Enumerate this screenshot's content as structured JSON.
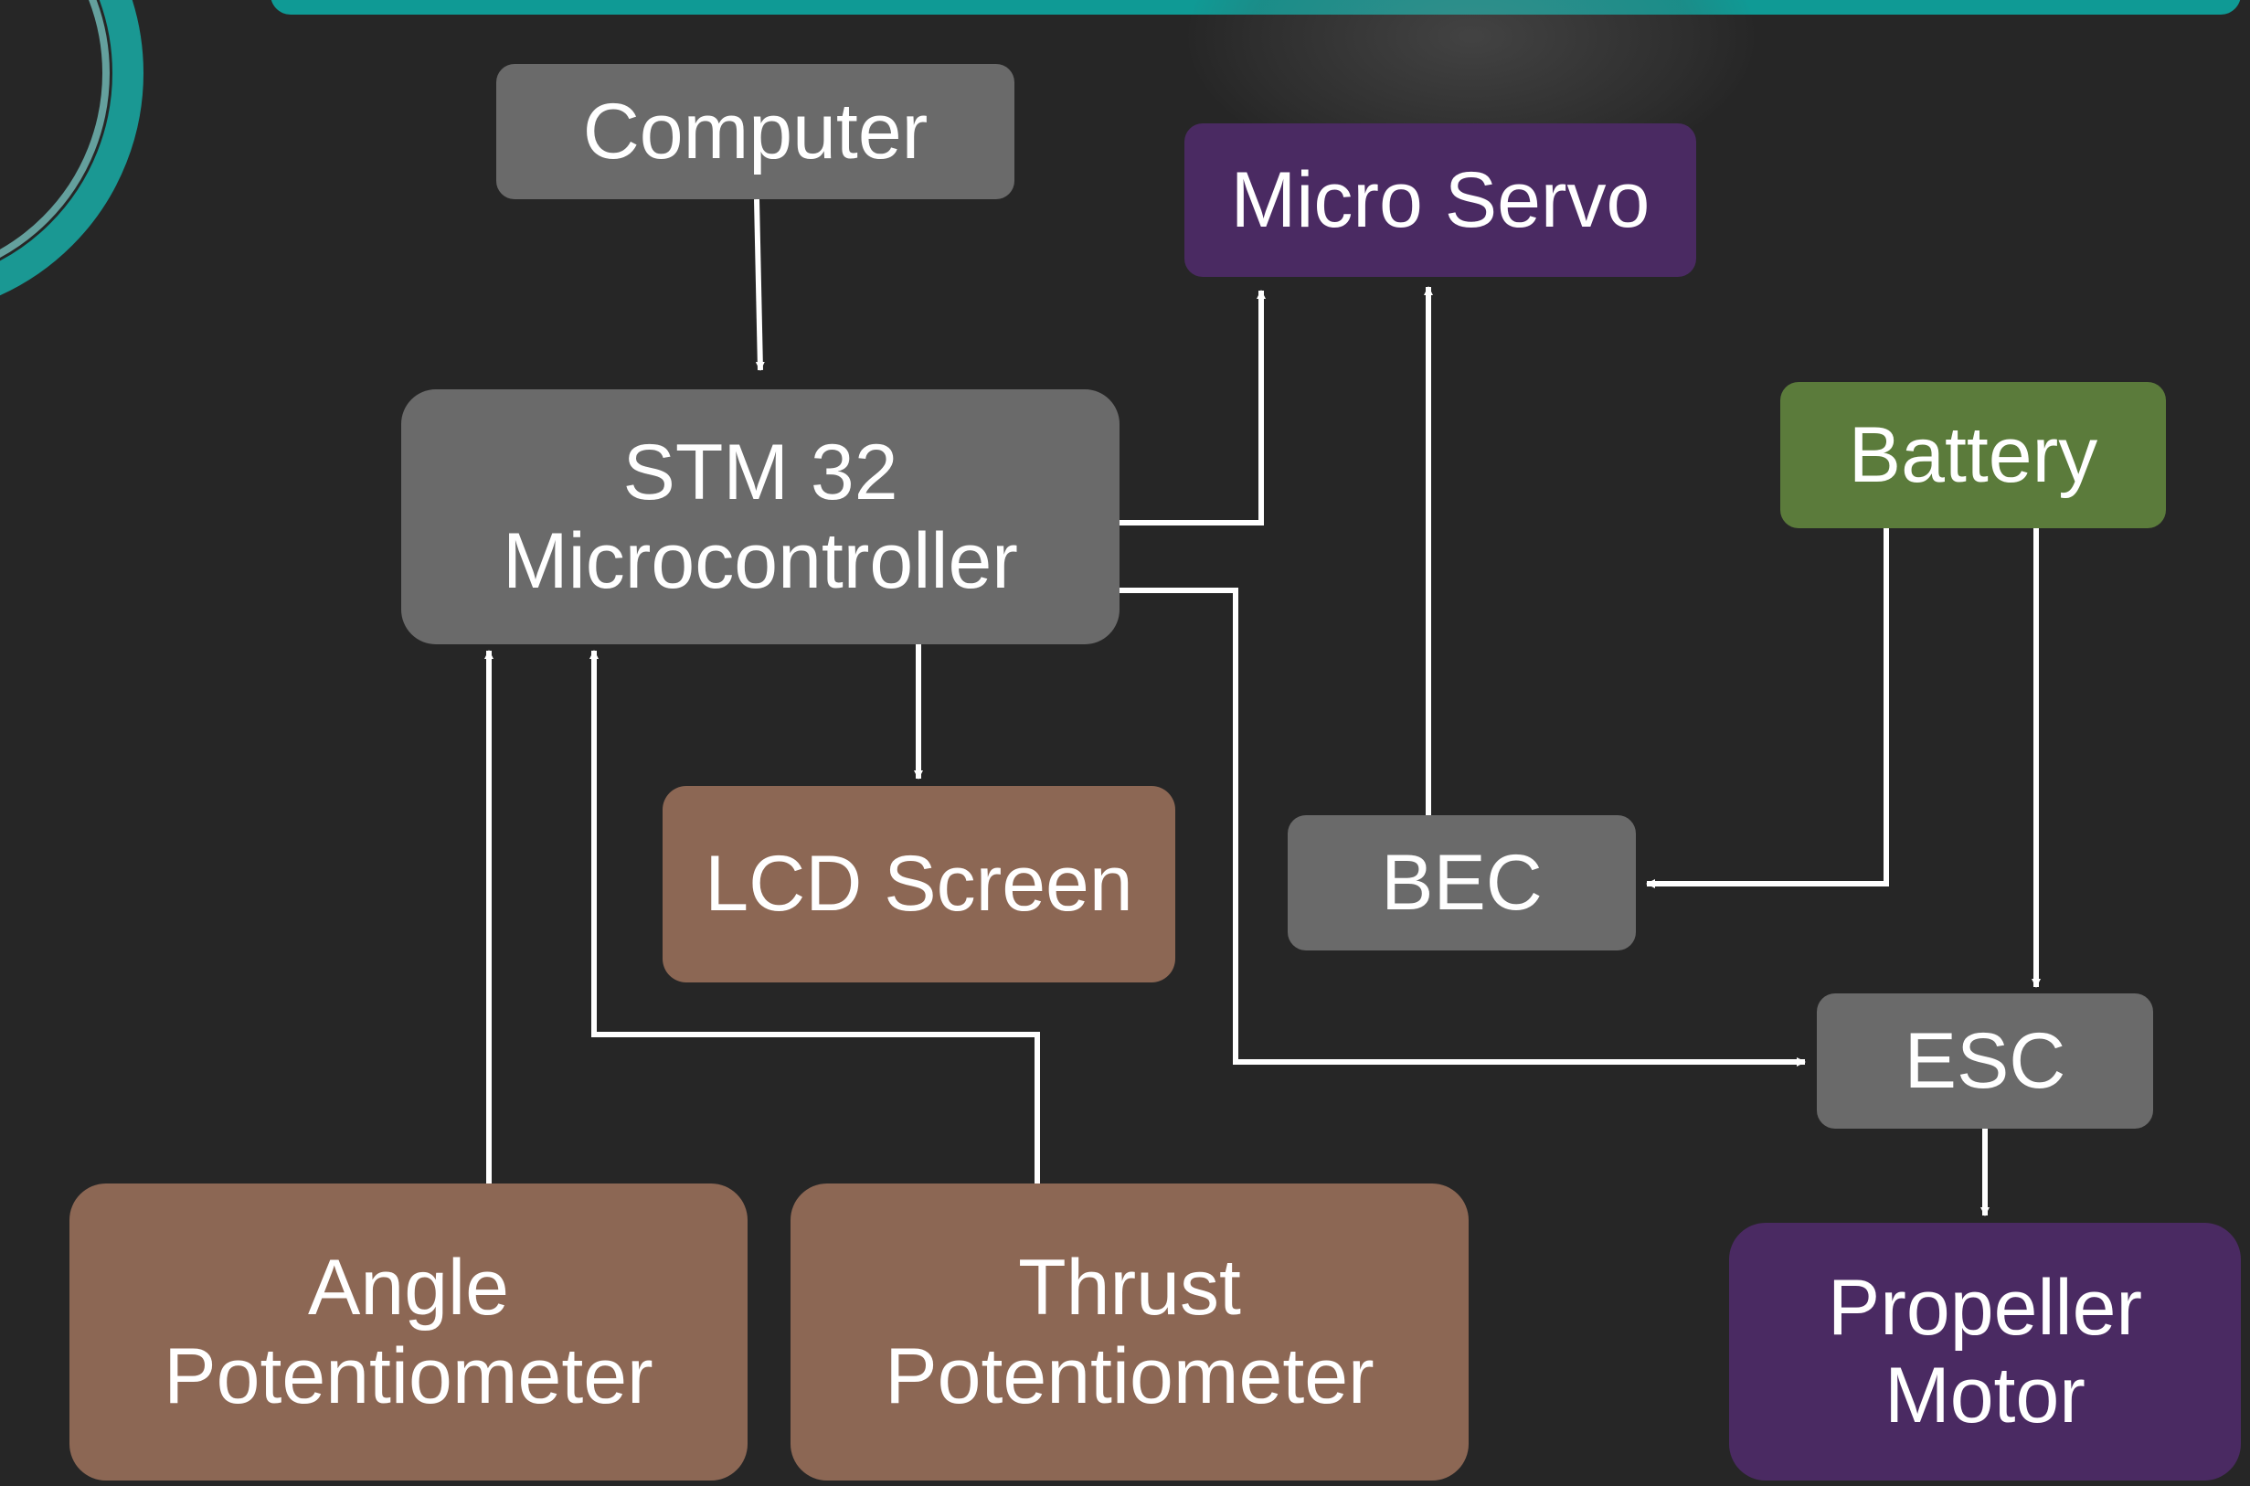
{
  "colors": {
    "background": "#262626",
    "gray_block": "#6a6a6a",
    "purple_block": "#4a2a62",
    "green_block": "#5b7b3b",
    "brown_block": "#8c6754",
    "accent_teal": "#0f9a95",
    "wire": "#ffffff"
  },
  "blocks": {
    "computer": {
      "label": "Computer"
    },
    "micro_servo": {
      "label": "Micro Servo"
    },
    "stm32": {
      "line1": "STM 32",
      "line2": "Microcontroller"
    },
    "battery": {
      "label": "Battery"
    },
    "lcd_screen": {
      "label": "LCD Screen"
    },
    "bec": {
      "label": "BEC"
    },
    "esc": {
      "label": "ESC"
    },
    "angle_pot": {
      "line1": "Angle",
      "line2": "Potentiometer"
    },
    "thrust_pot": {
      "line1": "Thrust",
      "line2": "Potentiometer"
    },
    "propeller_motor": {
      "line1": "Propeller",
      "line2": "Motor"
    }
  },
  "connections": [
    {
      "from": "Computer",
      "to": "STM 32 Microcontroller"
    },
    {
      "from": "STM 32 Microcontroller",
      "to": "Micro Servo"
    },
    {
      "from": "STM 32 Microcontroller",
      "to": "LCD Screen"
    },
    {
      "from": "STM 32 Microcontroller",
      "to": "ESC"
    },
    {
      "from": "Angle Potentiometer",
      "to": "STM 32 Microcontroller"
    },
    {
      "from": "Thrust Potentiometer",
      "to": "STM 32 Microcontroller"
    },
    {
      "from": "BEC",
      "to": "Micro Servo"
    },
    {
      "from": "Battery",
      "to": "BEC"
    },
    {
      "from": "Battery",
      "to": "ESC"
    },
    {
      "from": "ESC",
      "to": "Propeller Motor"
    }
  ]
}
